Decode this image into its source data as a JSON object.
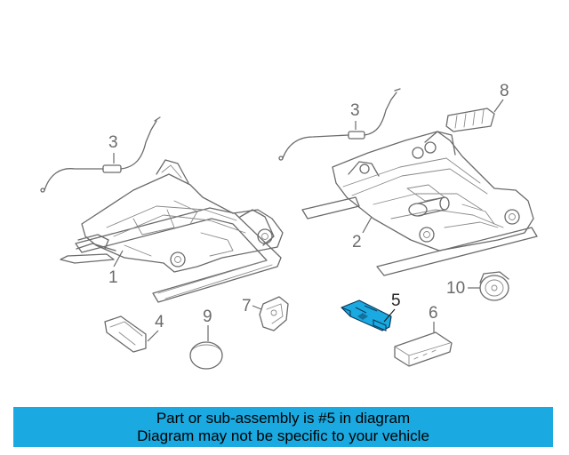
{
  "callouts": {
    "c1": "1",
    "c2": "2",
    "c3a": "3",
    "c3b": "3",
    "c4": "4",
    "c5": "5",
    "c6": "6",
    "c7": "7",
    "c8": "8",
    "c9": "9",
    "c10": "10"
  },
  "highlighted_part": "5",
  "colors": {
    "highlight": "#1aa9e0",
    "banner": "#1aa9e0",
    "line": "#6b6b6b"
  },
  "banner": {
    "line1": "Part or sub-assembly is #5 in diagram",
    "line2": "Diagram may not be specific to your vehicle"
  }
}
